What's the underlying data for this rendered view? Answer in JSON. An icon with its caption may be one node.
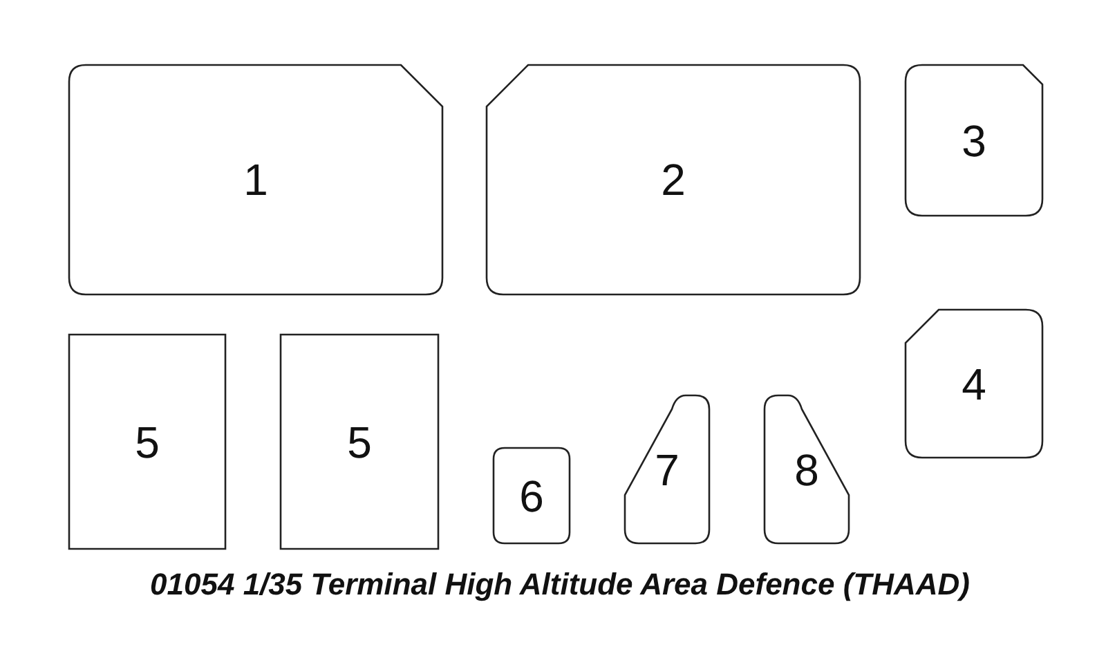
{
  "diagram": {
    "caption": "01054 1/35 Terminal High Altitude Area Defence (THAAD)",
    "nodes": [
      {
        "text": [
          "1"
        ]
      },
      {
        "text": [
          "2"
        ]
      },
      {
        "text": [
          "3"
        ]
      },
      {
        "text": [
          "4"
        ]
      },
      {
        "text": [
          "5"
        ]
      },
      {
        "text": [
          "5"
        ]
      },
      {
        "text": [
          "6"
        ]
      },
      {
        "text": [
          "7"
        ]
      },
      {
        "text": [
          "8"
        ]
      }
    ]
  }
}
